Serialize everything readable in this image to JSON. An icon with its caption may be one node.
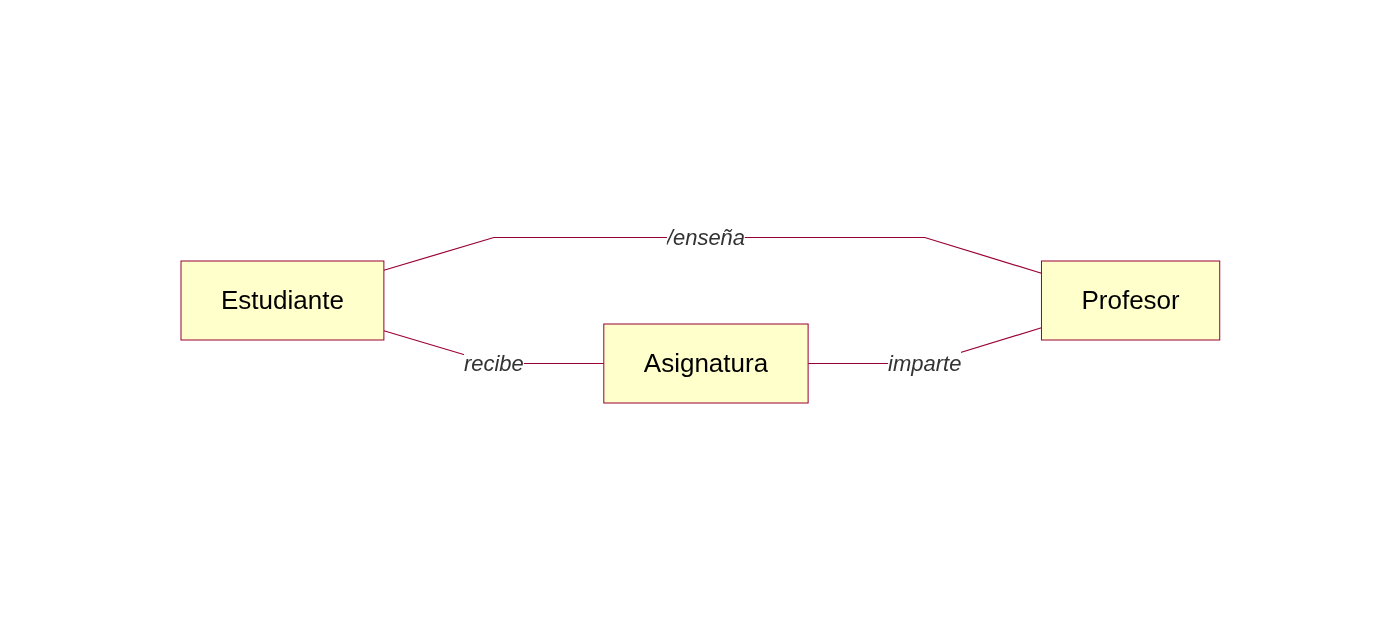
{
  "diagram": {
    "nodes": [
      {
        "text": [
          "Estudiante"
        ]
      },
      {
        "text": [
          "Asignatura"
        ]
      },
      {
        "text": [
          "Profesor"
        ]
      }
    ],
    "edges": [
      {
        "from": 0,
        "to": 1,
        "arrow": "none",
        "label": "recibe"
      },
      {
        "from": 0,
        "to": 2,
        "arrow": "none",
        "label": "/enseña"
      },
      {
        "from": 1,
        "to": 2,
        "arrow": "none",
        "label": "imparte"
      }
    ]
  }
}
